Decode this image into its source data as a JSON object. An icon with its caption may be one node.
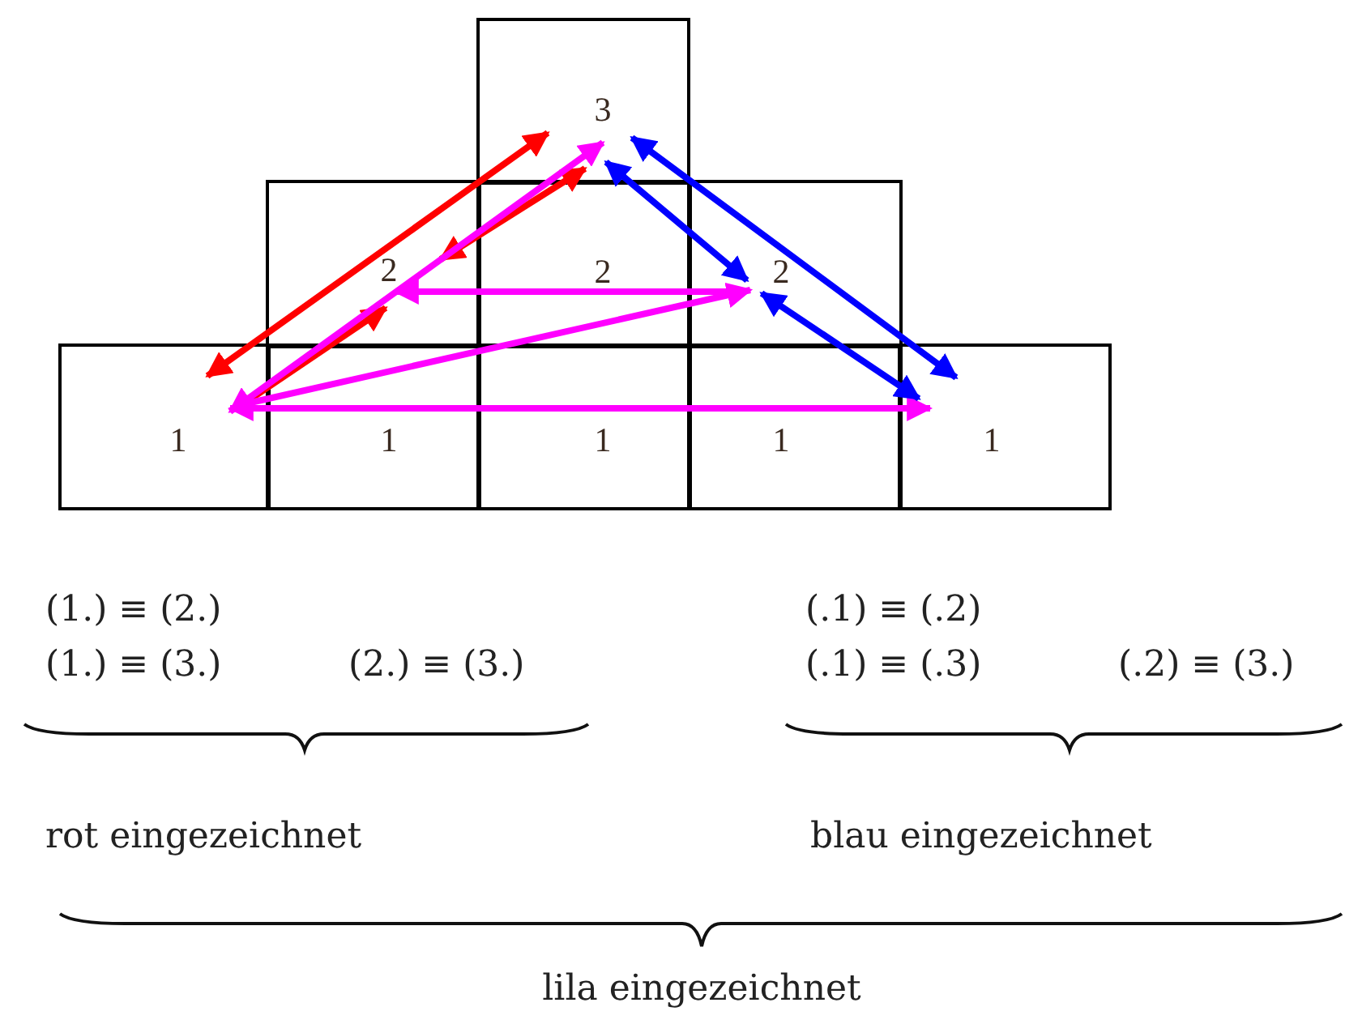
{
  "diagram": {
    "nodes": [
      {
        "text": [
          "3"
        ]
      },
      {
        "text": [
          "2"
        ]
      },
      {
        "text": [
          "2"
        ]
      },
      {
        "text": [
          "2"
        ]
      },
      {
        "text": [
          "1"
        ]
      },
      {
        "text": [
          "1"
        ]
      },
      {
        "text": [
          "1"
        ]
      },
      {
        "text": [
          "1"
        ]
      },
      {
        "text": [
          "1"
        ]
      }
    ],
    "edges": [
      {
        "from": 4,
        "to": 0,
        "arrow": "both",
        "color": "#ff0000"
      },
      {
        "from": 4,
        "to": 1,
        "arrow": "to",
        "color": "#ff0000"
      },
      {
        "from": 1,
        "to": 0,
        "arrow": "both",
        "color": "#ff0000"
      },
      {
        "from": 4,
        "to": 0,
        "arrow": "both",
        "color": "#ff00ff"
      },
      {
        "from": 4,
        "to": 3,
        "arrow": "to",
        "color": "#ff00ff"
      },
      {
        "from": 3,
        "to": 1,
        "arrow": "to",
        "color": "#ff00ff"
      },
      {
        "from": 4,
        "to": 8,
        "arrow": "both",
        "color": "#ff00ff"
      },
      {
        "from": 0,
        "to": 8,
        "arrow": "both",
        "color": "#0000ff"
      },
      {
        "from": 0,
        "to": 3,
        "arrow": "both",
        "color": "#0000ff"
      },
      {
        "from": 3,
        "to": 8,
        "arrow": "both",
        "color": "#0000ff"
      }
    ],
    "labels": [
      "(1.) ≡ (2.)",
      "(.1) ≡ (.2)",
      "(1.) ≡ (3.)",
      "(2.) ≡ (3.)",
      "(.1) ≡ (.3)",
      "(.2) ≡ (3.)",
      "rot eingezeichnet",
      "blau eingezeichnet",
      "lila eingezeichnet"
    ]
  }
}
